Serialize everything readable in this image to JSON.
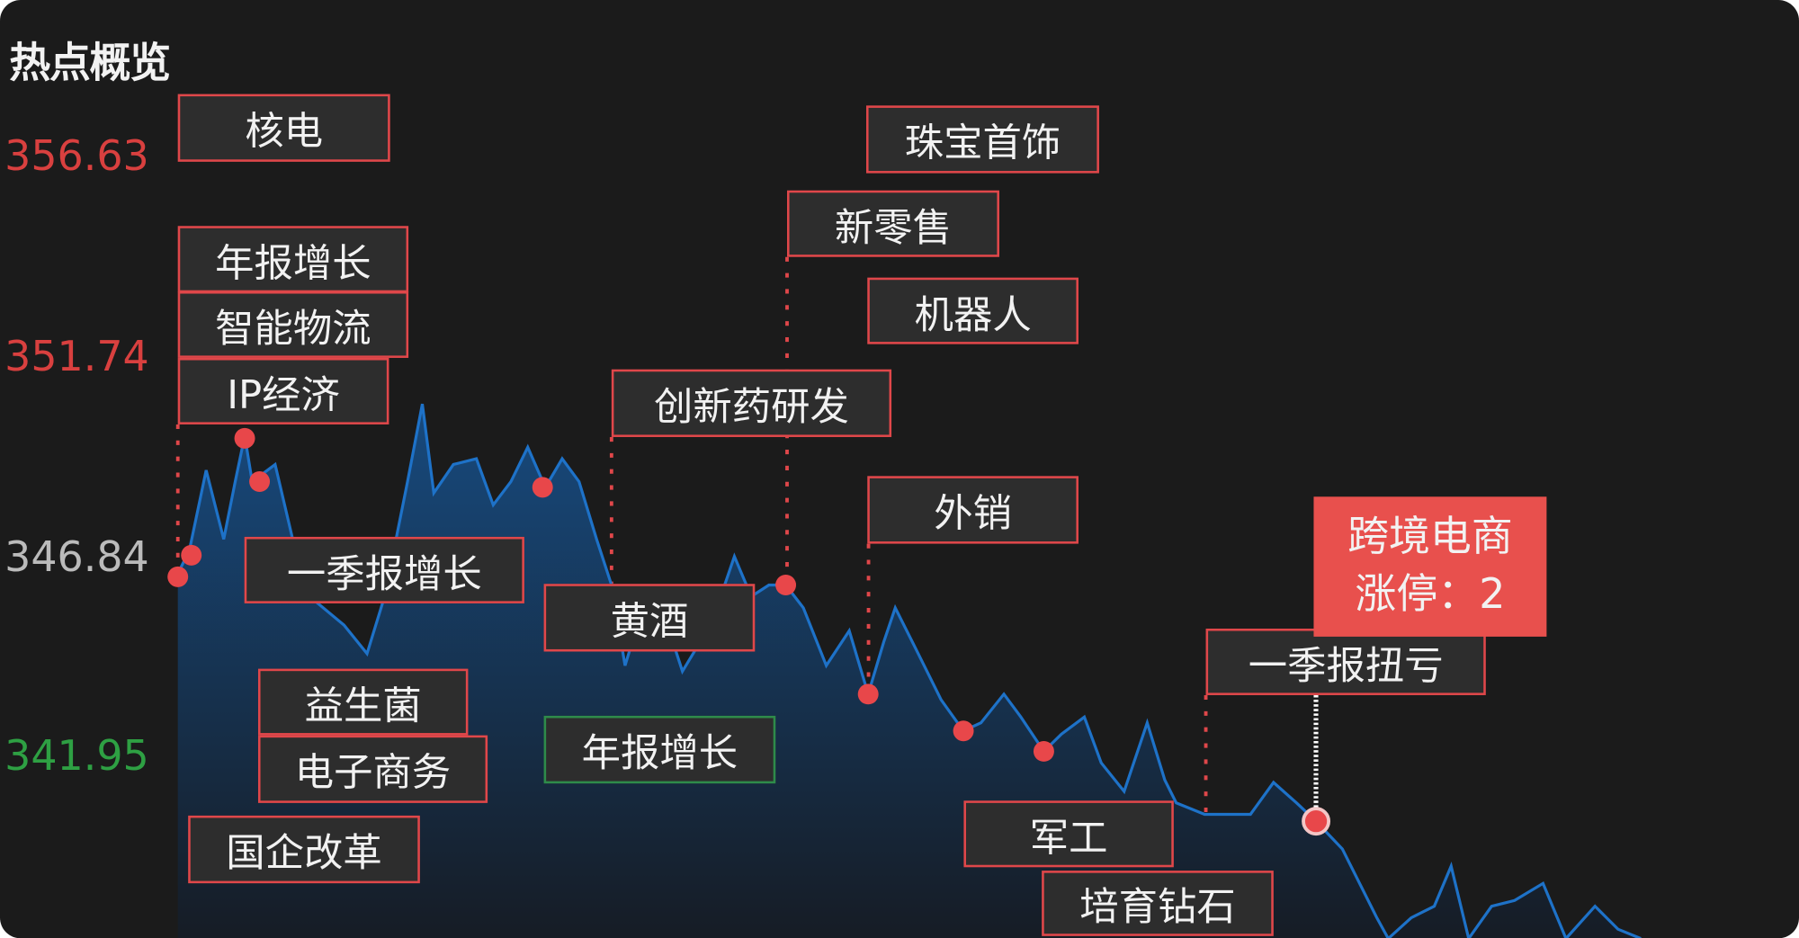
{
  "title": "热点概览",
  "colors": {
    "up": "#d9403f",
    "neutral": "#bbbbbb",
    "down": "#2ea043",
    "line": "#1e72c8",
    "marker": "#e8474a",
    "label_border": "#e0474a",
    "label_border_green": "#2e8b4a"
  },
  "chart_data": {
    "type": "area",
    "title": "热点概览",
    "xlabel": "",
    "ylabel": "",
    "ylim": [
      336.5,
      358.5
    ],
    "xlim": [
      0,
      240
    ],
    "yticks": [
      {
        "value": 356.63,
        "label": "356.63",
        "color": "#d9403f"
      },
      {
        "value": 351.74,
        "label": "351.74",
        "color": "#d9403f"
      },
      {
        "value": 346.84,
        "label": "346.84",
        "color": "#bbbbbb"
      },
      {
        "value": 341.95,
        "label": "341.95",
        "color": "#2ea043"
      }
    ],
    "grid": false,
    "series": [
      {
        "name": "index",
        "x": [
          0,
          1.7,
          4.2,
          6.8,
          8.5,
          9.9,
          11.0,
          14.4,
          17.0,
          19.5,
          24.6,
          28.0,
          30.6,
          34.0,
          36.2,
          37.9,
          40.8,
          44.2,
          46.7,
          49.3,
          51.8,
          54.4,
          56.9,
          59.4,
          62.0,
          64.2,
          66.2,
          68.8,
          72.2,
          74.7,
          77.3,
          79.8,
          82.4,
          84.9,
          87.5,
          90.0,
          92.6,
          96.0,
          99.4,
          102.2,
          104.5,
          106.2,
          109.6,
          113.0,
          116.3,
          118.9,
          122.3,
          124.8,
          128.2,
          130.8,
          134.2,
          136.7,
          140.1,
          143.5,
          146.1,
          147.8,
          152.0,
          158.8,
          162.2,
          165.6,
          168.5,
          172.4,
          177.5,
          179.2,
          182.6,
          186.0,
          188.5,
          191.1,
          194.5,
          197.9,
          202.1,
          205.5,
          209.8,
          213.2,
          216.6
        ],
        "y": [
          346.44,
          347.0,
          348.97,
          347.28,
          348.69,
          349.81,
          348.69,
          349.11,
          347.28,
          345.88,
          345.18,
          344.48,
          345.88,
          348.69,
          350.59,
          348.41,
          349.11,
          349.25,
          348.12,
          348.69,
          349.53,
          348.55,
          349.25,
          348.69,
          347.28,
          346.16,
          344.19,
          345.6,
          345.32,
          344.05,
          344.76,
          345.6,
          346.86,
          345.88,
          346.16,
          346.16,
          345.6,
          344.19,
          345.04,
          343.49,
          344.76,
          345.6,
          344.48,
          343.35,
          342.59,
          342.79,
          343.49,
          342.93,
          342.09,
          342.51,
          342.93,
          341.81,
          341.11,
          342.79,
          341.39,
          340.83,
          340.55,
          340.55,
          341.33,
          340.83,
          340.38,
          339.7,
          338.02,
          337.51,
          338.02,
          338.3,
          339.28,
          337.51,
          338.3,
          338.44,
          338.86,
          337.51,
          338.3,
          337.74,
          337.51
        ]
      }
    ],
    "markers": [
      {
        "x": 0,
        "y": 346.36
      },
      {
        "x": 2.0,
        "y": 346.89
      },
      {
        "x": 9.9,
        "y": 349.75
      },
      {
        "x": 12.1,
        "y": 348.69
      },
      {
        "x": 54.0,
        "y": 348.55
      },
      {
        "x": 90.0,
        "y": 346.16
      },
      {
        "x": 102.2,
        "y": 343.49
      },
      {
        "x": 116.3,
        "y": 342.59
      },
      {
        "x": 128.2,
        "y": 342.09
      },
      {
        "x": 168.5,
        "y": 340.38,
        "highlight": true
      }
    ],
    "annotations": [
      {
        "text": "核电"
      },
      {
        "text": "珠宝首饰"
      },
      {
        "text": "年报增长"
      },
      {
        "text": "智能物流"
      },
      {
        "text": "IP经济"
      },
      {
        "text": "新零售"
      },
      {
        "text": "机器人"
      },
      {
        "text": "创新药研发"
      },
      {
        "text": "外销"
      },
      {
        "text": "一季报增长"
      },
      {
        "text": "黄酒"
      },
      {
        "text": "益生菌"
      },
      {
        "text": "电子商务"
      },
      {
        "text": "年报增长",
        "color": "green"
      },
      {
        "text": "国企改革"
      },
      {
        "text": "军工"
      },
      {
        "text": "培育钻石"
      },
      {
        "text": "一季报扭亏"
      }
    ],
    "tooltip": {
      "line1": "跨境电商",
      "line2": "涨停：2"
    }
  }
}
